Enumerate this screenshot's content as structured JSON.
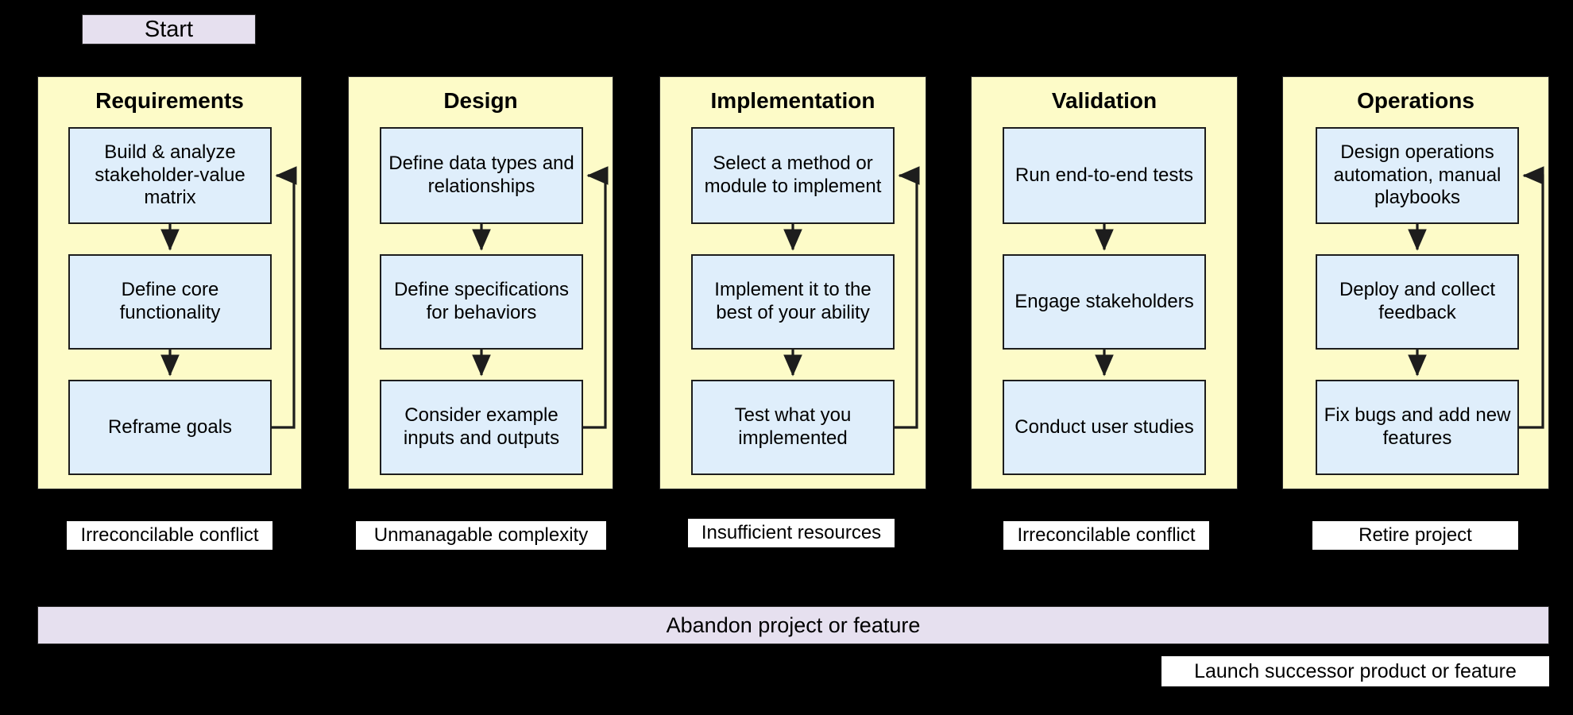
{
  "diagram": {
    "title": "Software development lifecycle phases flowchart",
    "colors": {
      "background": "#000000",
      "panel_fill": "#fdfbc8",
      "step_fill": "#dfeefb",
      "terminal_fill": "#e6e0ef",
      "exit_fill": "#ffffff",
      "stroke": "#1d1d1d"
    }
  },
  "start": {
    "label": "Start"
  },
  "phases": [
    {
      "title": "Requirements",
      "steps": [
        "Build & analyze stakeholder-value matrix",
        "Define core functionality",
        "Reframe goals"
      ],
      "has_feedback_loop": true,
      "exit_label": "Irreconcilable conflict"
    },
    {
      "title": "Design",
      "steps": [
        "Define data types and relationships",
        "Define specifications for behaviors",
        "Consider example inputs and outputs"
      ],
      "has_feedback_loop": true,
      "exit_label": "Unmanagable complexity"
    },
    {
      "title": "Implementation",
      "steps": [
        "Select a method or module to implement",
        "Implement it to the best of your ability",
        "Test what you implemented"
      ],
      "has_feedback_loop": true,
      "exit_label": "Insufficient resources"
    },
    {
      "title": "Validation",
      "steps": [
        "Run end-to-end tests",
        "Engage stakeholders",
        "Conduct user studies"
      ],
      "has_feedback_loop": false,
      "exit_label": "Irreconcilable conflict"
    },
    {
      "title": "Operations",
      "steps": [
        "Design operations automation, manual playbooks",
        "Deploy and collect feedback",
        "Fix bugs and add new features"
      ],
      "has_feedback_loop": true,
      "exit_label": "Retire project"
    }
  ],
  "footer": {
    "abandon_label": "Abandon project or feature",
    "launch_label": "Launch successor product or feature"
  }
}
